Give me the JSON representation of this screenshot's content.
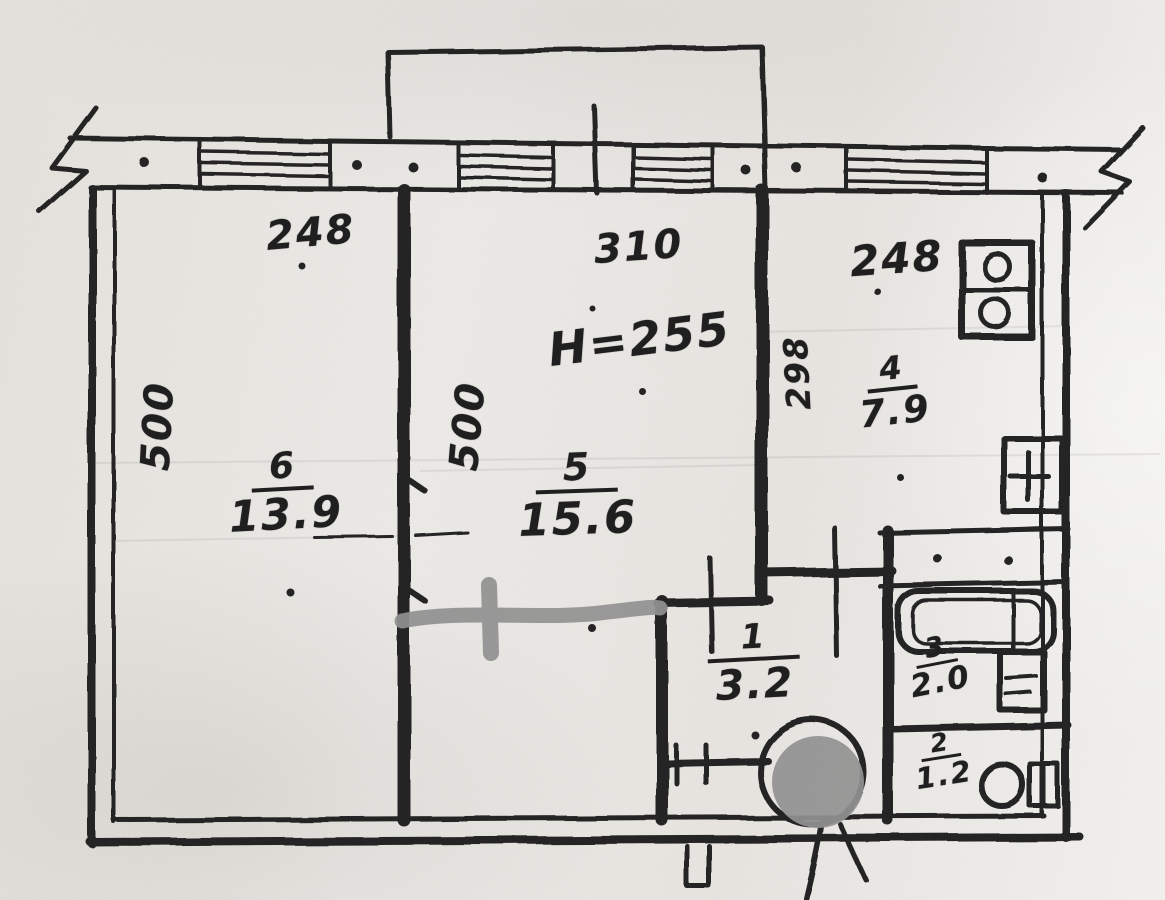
{
  "plan": {
    "document_type": "hand-drawn apartment floor plan (BTI sketch)",
    "ceiling_height_label": "H=255",
    "dimensions": {
      "room6_width": "248",
      "room5_width": "310",
      "kitchen_width": "248",
      "room6_depth": "500",
      "room5_depth": "500",
      "kitchen_depth": "298"
    },
    "rooms": [
      {
        "id": "room-left",
        "number": "6",
        "area": "13.9"
      },
      {
        "id": "room-middle",
        "number": "5",
        "area": "15.6"
      },
      {
        "id": "kitchen",
        "number": "4",
        "area": "7.9"
      },
      {
        "id": "hallway",
        "number": "1",
        "area": "3.2"
      },
      {
        "id": "bathroom",
        "number": "3",
        "area": "2.0"
      },
      {
        "id": "wc",
        "number": "2",
        "area": "1.2"
      }
    ],
    "fixtures": [
      "stove-icon",
      "kitchen-sink-icon",
      "bathtub-icon",
      "wash-basin-icon",
      "toilet-icon"
    ],
    "annotations": [
      "marker-highlight-line",
      "marker-cross",
      "marker-filled-circle"
    ],
    "colors": {
      "ink": "#1f1f1f",
      "paper": "#ebe8e4",
      "marker_gray": "#8f8f8f"
    }
  }
}
